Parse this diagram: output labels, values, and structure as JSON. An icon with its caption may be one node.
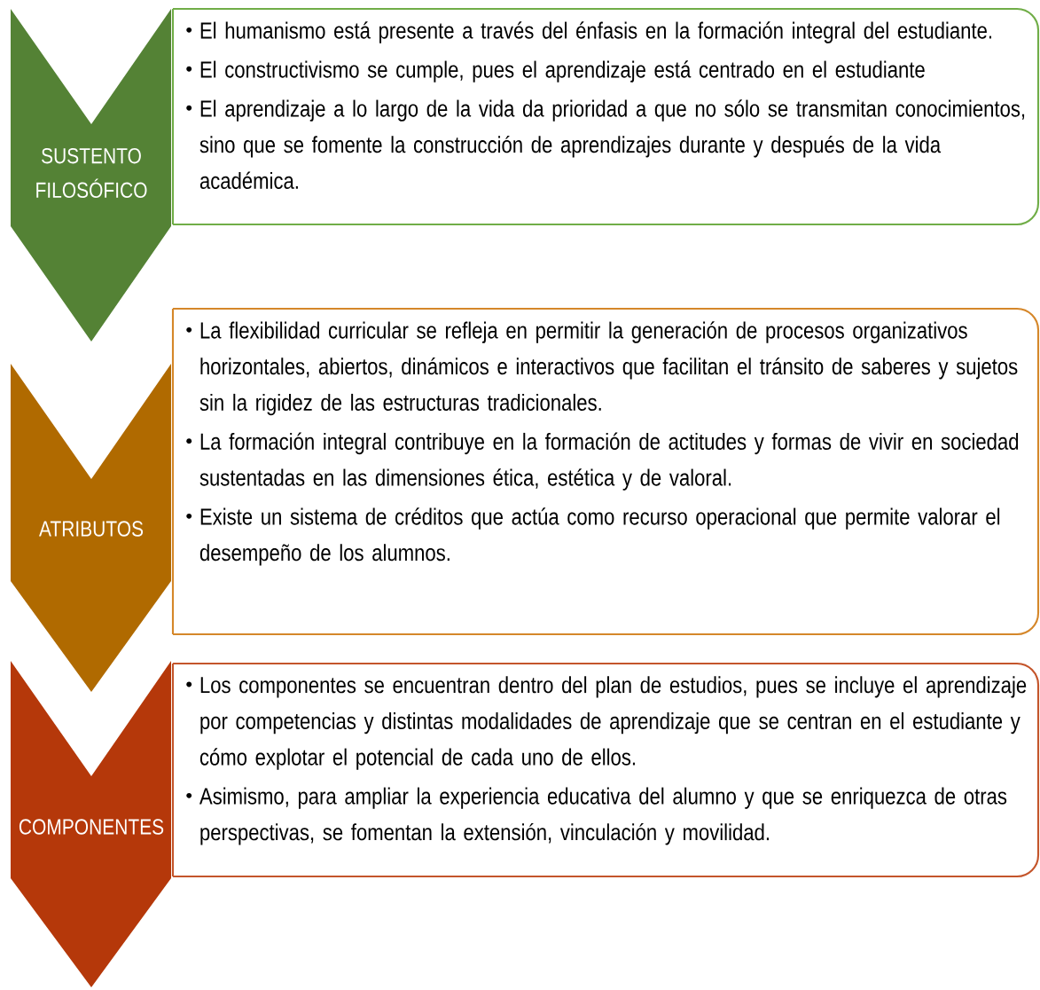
{
  "diagram": {
    "nodes": [
      {
        "text": [
          "SUSTENTO FILOSÓFICO"
        ]
      },
      {
        "text": [
          "El humanismo está presente a través del énfasis en la formación integral del estudiante.",
          "El constructivismo se cumple, pues el aprendizaje está centrado en el estudiante",
          "El aprendizaje a lo largo de la vida da prioridad a que no sólo se transmitan conocimientos, sino que se fomente la construcción de aprendizajes durante y después de la vida académica."
        ]
      },
      {
        "text": [
          "ATRIBUTOS"
        ]
      },
      {
        "text": [
          "La flexibilidad curricular se refleja en permitir la generación de procesos organizativos horizontales, abiertos, dinámicos e interactivos que facilitan el tránsito de saberes y sujetos sin la rigidez de las estructuras tradicionales.",
          "La formación integral contribuye en la formación de actitudes y formas de vivir en sociedad sustentadas en las dimensiones ética, estética y de valoral.",
          "Existe un sistema de créditos que actúa como recurso operacional que permite valorar el desempeño de los alumnos."
        ]
      },
      {
        "text": [
          "COMPONENTES"
        ]
      },
      {
        "text": [
          "Los componentes se encuentran dentro del plan de estudios, pues se incluye el aprendizaje por competencias y distintas modalidades de aprendizaje que se centran en el estudiante y cómo explotar el potencial de cada uno de ellos.",
          "Asimismo, para ampliar la experiencia educativa del alumno y que se enriquezca de otras perspectivas, se fomentan la extensión, vinculación y movilidad."
        ]
      }
    ],
    "edges": []
  }
}
